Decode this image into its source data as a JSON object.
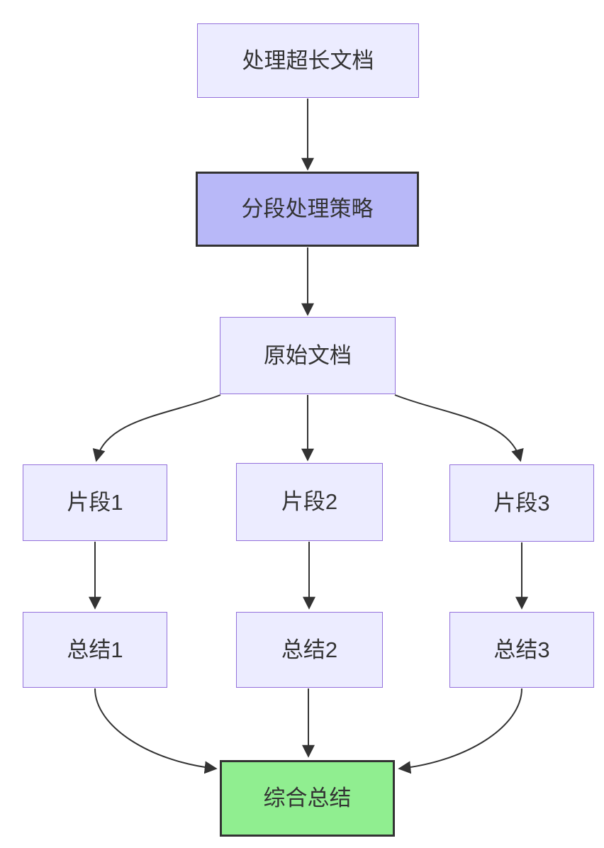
{
  "diagram": {
    "type": "flowchart",
    "direction": "top-down",
    "nodes": [
      {
        "id": "process-long-doc",
        "label": "处理超长文档",
        "variant": "default"
      },
      {
        "id": "segmentation-strategy",
        "label": "分段处理策略",
        "variant": "purple-emphasis"
      },
      {
        "id": "original-doc",
        "label": "原始文档",
        "variant": "default"
      },
      {
        "id": "fragment-1",
        "label": "片段1",
        "variant": "default"
      },
      {
        "id": "fragment-2",
        "label": "片段2",
        "variant": "default"
      },
      {
        "id": "fragment-3",
        "label": "片段3",
        "variant": "default"
      },
      {
        "id": "summary-1",
        "label": "总结1",
        "variant": "default"
      },
      {
        "id": "summary-2",
        "label": "总结2",
        "variant": "default"
      },
      {
        "id": "summary-3",
        "label": "总结3",
        "variant": "default"
      },
      {
        "id": "final-summary",
        "label": "综合总结",
        "variant": "green-emphasis"
      }
    ],
    "edges": [
      {
        "from": "process-long-doc",
        "to": "segmentation-strategy"
      },
      {
        "from": "segmentation-strategy",
        "to": "original-doc"
      },
      {
        "from": "original-doc",
        "to": "fragment-1"
      },
      {
        "from": "original-doc",
        "to": "fragment-2"
      },
      {
        "from": "original-doc",
        "to": "fragment-3"
      },
      {
        "from": "fragment-1",
        "to": "summary-1"
      },
      {
        "from": "fragment-2",
        "to": "summary-2"
      },
      {
        "from": "fragment-3",
        "to": "summary-3"
      },
      {
        "from": "summary-1",
        "to": "final-summary"
      },
      {
        "from": "summary-2",
        "to": "final-summary"
      },
      {
        "from": "summary-3",
        "to": "final-summary"
      }
    ],
    "colors": {
      "background": "#ffffff",
      "node_fill": "#ECECFF",
      "node_border": "#9370DB",
      "purple_fill": "#B8B8F8",
      "green_fill": "#90EE90",
      "emphasis_border": "#333333",
      "arrow": "#333333",
      "text": "#333333"
    }
  }
}
